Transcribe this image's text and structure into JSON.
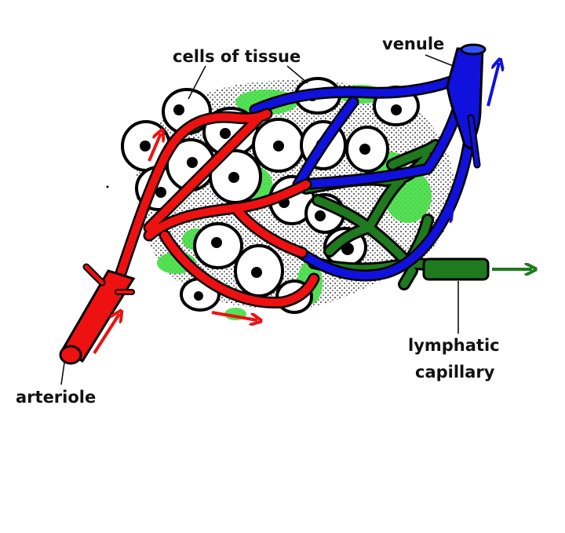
{
  "diagram": {
    "title": "Capillary bed with lymphatic capillary",
    "labels": {
      "cells_of_tissue": "cells of tissue",
      "venule": "venule",
      "arteriole": "arteriole",
      "lymphatic_line1": "lymphatic",
      "lymphatic_line2": "capillary"
    },
    "colors": {
      "arterial": "#ee1111",
      "venous": "#1111dd",
      "lymphatic": "#1f7a1f",
      "interstitial": "#44dd44",
      "outline": "#000000",
      "background": "#ffffff"
    },
    "flow_arrows": [
      {
        "vessel": "arteriole",
        "direction": "up-right"
      },
      {
        "vessel": "arterial capillary",
        "direction": "right"
      },
      {
        "vessel": "venule",
        "direction": "up"
      },
      {
        "vessel": "venous capillary",
        "direction": "up-right"
      },
      {
        "vessel": "lymphatic capillary",
        "direction": "right"
      }
    ]
  }
}
